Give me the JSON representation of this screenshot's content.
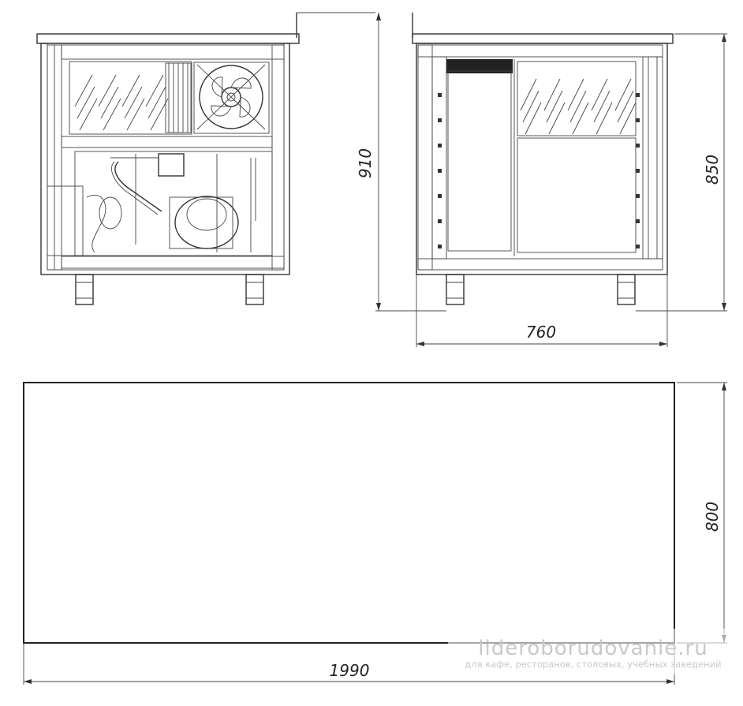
{
  "dimensions": {
    "side_height_total": "910",
    "side_height_body": "850",
    "side_depth": "760",
    "top_depth": "800",
    "top_length": "1990"
  },
  "watermark": {
    "site": "lideroborudovanie.ru",
    "tagline": "для кафе, ресторанов, столовых, учебных заведений"
  }
}
